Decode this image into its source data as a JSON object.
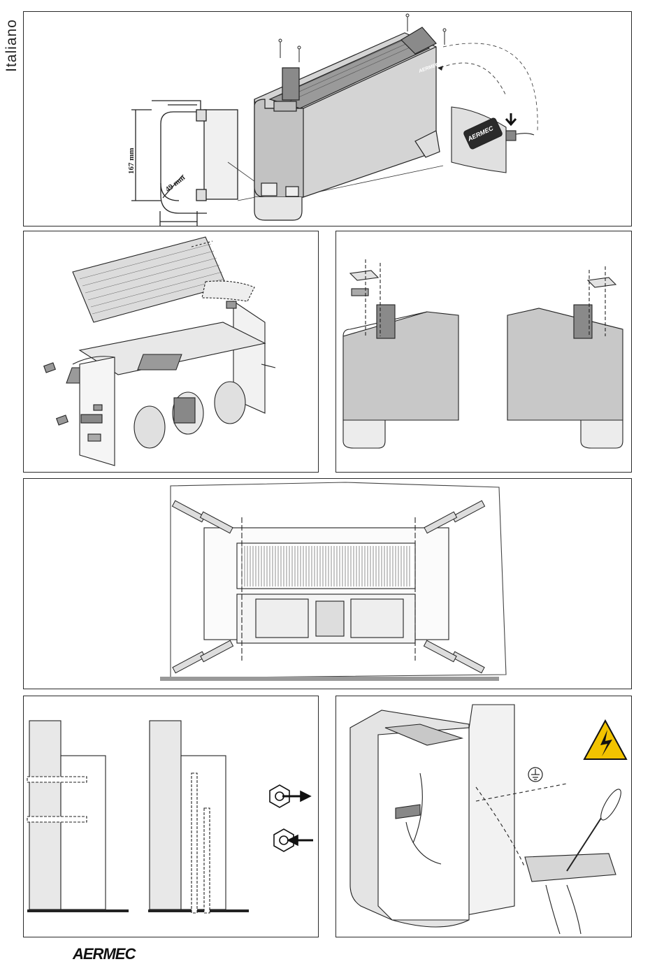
{
  "page": {
    "side_label": "Italiano",
    "footer_logo": "AERMEC"
  },
  "panels": {
    "panel1": {
      "dim_height": "167 mm",
      "dim_radius": "49 mm",
      "grille_logo": "AERMEC",
      "cover_logo": "AERMEC"
    }
  }
}
